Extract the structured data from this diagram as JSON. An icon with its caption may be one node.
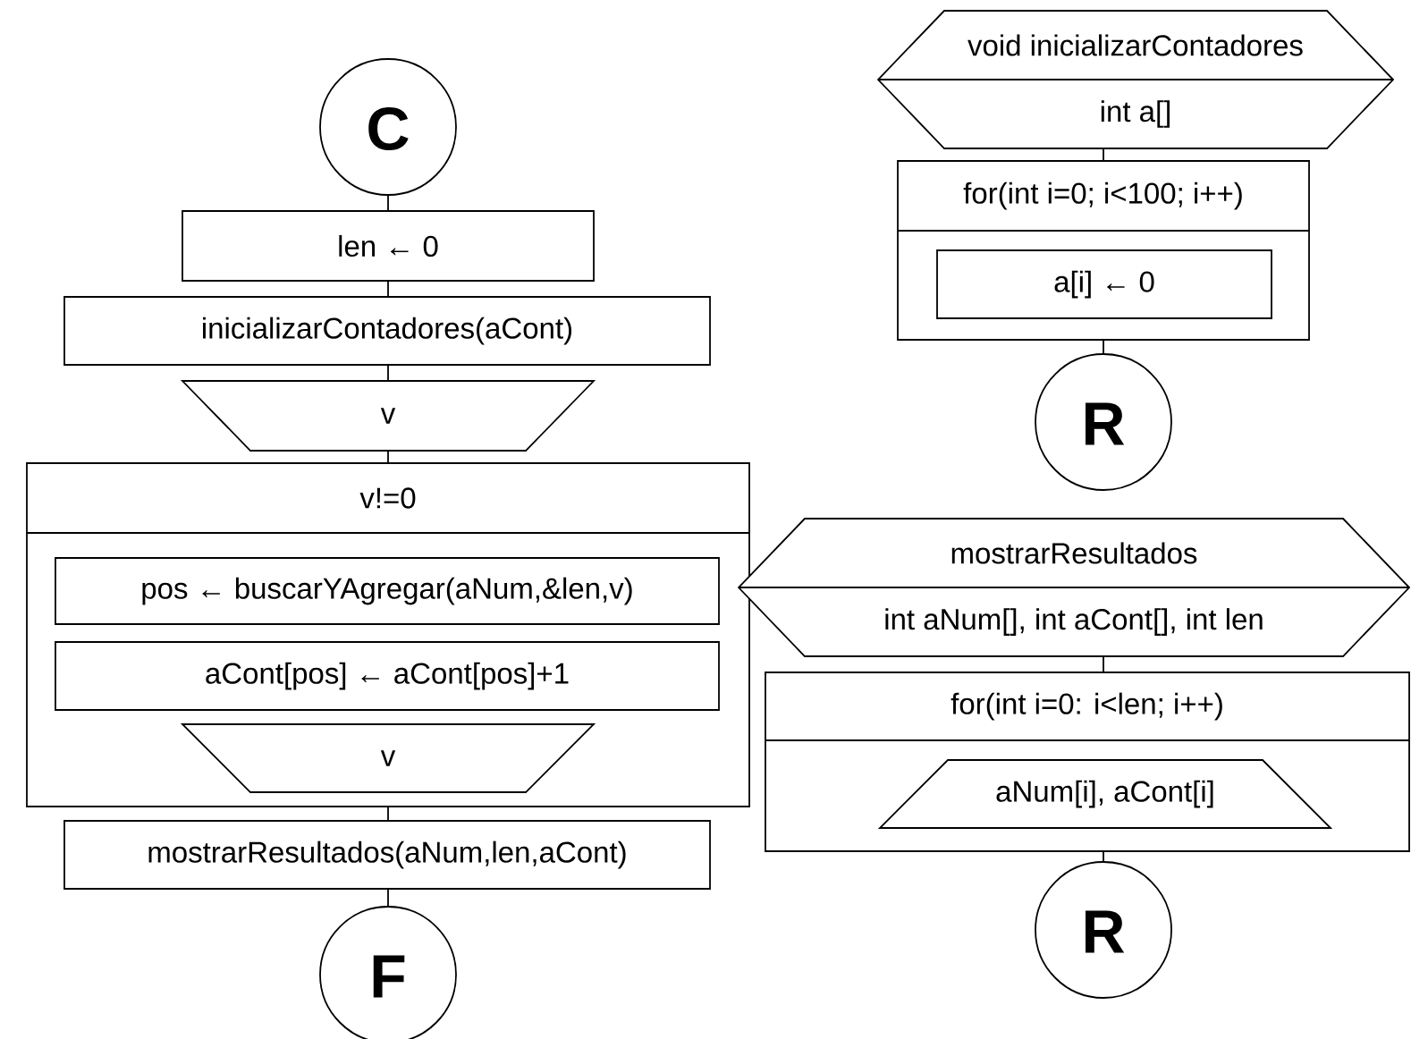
{
  "diagram": {
    "nodes": [
      {
        "text": [
          "C"
        ]
      },
      {
        "text": [
          "len ← 0"
        ]
      },
      {
        "text": [
          "inicializarContadores(aCont)"
        ]
      },
      {
        "text": [
          "v"
        ]
      },
      {
        "text": [
          "v!=0"
        ]
      },
      {
        "text": [
          "pos ← buscarYAgregar(aNum,&len,v)"
        ],
        "in": 4
      },
      {
        "text": [
          "aCont[pos] ← aCont[pos]+1"
        ],
        "in": 4
      },
      {
        "text": [
          "v"
        ],
        "in": 4
      },
      {
        "text": [
          "mostrarResultados(aNum,len,aCont)"
        ]
      },
      {
        "text": [
          "F"
        ]
      },
      {
        "text": [
          "void inicializarContadores",
          "int a[]"
        ]
      },
      {
        "text": [
          "for(int i=0; i<100; i++)"
        ]
      },
      {
        "text": [
          "a[i] ← 0"
        ],
        "in": 11
      },
      {
        "text": [
          "R"
        ]
      },
      {
        "text": [
          "mostrarResultados",
          "int aNum[], int aCont[], int len"
        ]
      },
      {
        "text": [
          "for(int i=0: i<len; i++)"
        ]
      },
      {
        "text": [
          "aNum[i], aCont[i]"
        ],
        "in": 15
      },
      {
        "text": [
          "R"
        ]
      }
    ],
    "edges": [
      {
        "from": 0,
        "to": 1,
        "arrow": "none"
      },
      {
        "from": 1,
        "to": 2,
        "arrow": "none"
      },
      {
        "from": 2,
        "to": 3,
        "arrow": "none"
      },
      {
        "from": 3,
        "to": 4,
        "arrow": "none"
      },
      {
        "from": 4,
        "to": 8,
        "arrow": "none"
      },
      {
        "from": 8,
        "to": 9,
        "arrow": "none"
      },
      {
        "from": 10,
        "to": 11,
        "arrow": "none"
      },
      {
        "from": 11,
        "to": 13,
        "arrow": "none"
      },
      {
        "from": 14,
        "to": 15,
        "arrow": "none"
      },
      {
        "from": 15,
        "to": 17,
        "arrow": "none"
      }
    ]
  }
}
